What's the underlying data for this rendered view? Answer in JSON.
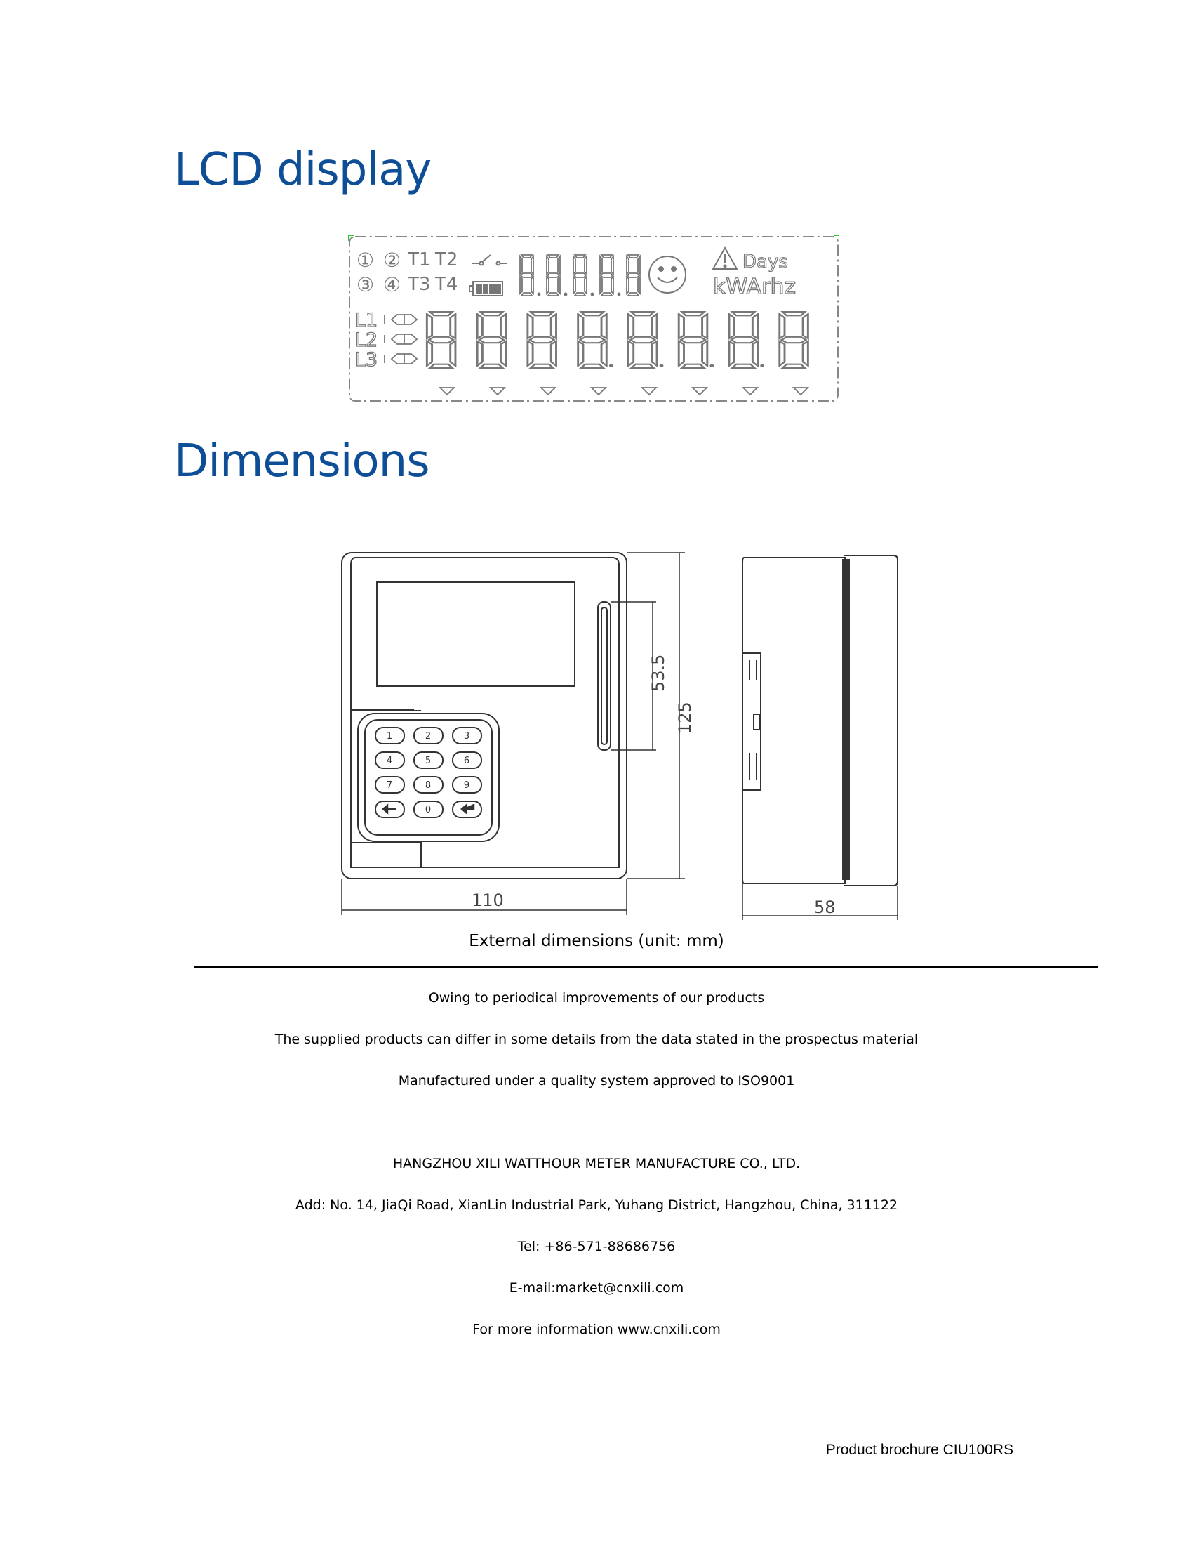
{
  "headings": {
    "lcd": "LCD display",
    "dimensions": "Dimensions"
  },
  "lcd": {
    "circled": [
      "①",
      "②",
      "③",
      "④"
    ],
    "tariffs": [
      "T1",
      "T2",
      "T3",
      "T4"
    ],
    "phases": [
      "L1",
      "L2",
      "L3"
    ],
    "days": "Days",
    "units": "kWArhz",
    "icons": [
      "switch-icon",
      "battery-icon",
      "smiley-icon",
      "warning-icon",
      "direction-arrow-icon",
      "indicator-triangle-icon"
    ]
  },
  "drawing": {
    "keys": [
      "1",
      "2",
      "3",
      "4",
      "5",
      "6",
      "7",
      "8",
      "9",
      "0"
    ],
    "dim_height_total": "125",
    "dim_height_slot": "53.5",
    "dim_width": "110",
    "dim_depth": "58",
    "caption": "External dimensions (unit: mm)"
  },
  "footer": {
    "notice_1": "Owing to periodical improvements of our products",
    "notice_2": "The supplied products can differ in some details from the data stated in the prospectus material",
    "notice_3": "Manufactured under a quality system approved to ISO9001",
    "company": "HANGZHOU XILI WATTHOUR METER MANUFACTURE CO., LTD.",
    "address": "Add: No. 14, JiaQi Road, XianLin Industrial Park, Yuhang District, Hangzhou, China, 311122",
    "tel": "Tel: +86-571-88686756",
    "email": "E-mail:market@cnxili.com",
    "website": "For more information www.cnxili.com"
  },
  "brochure_label": "Product brochure CIU100RS"
}
